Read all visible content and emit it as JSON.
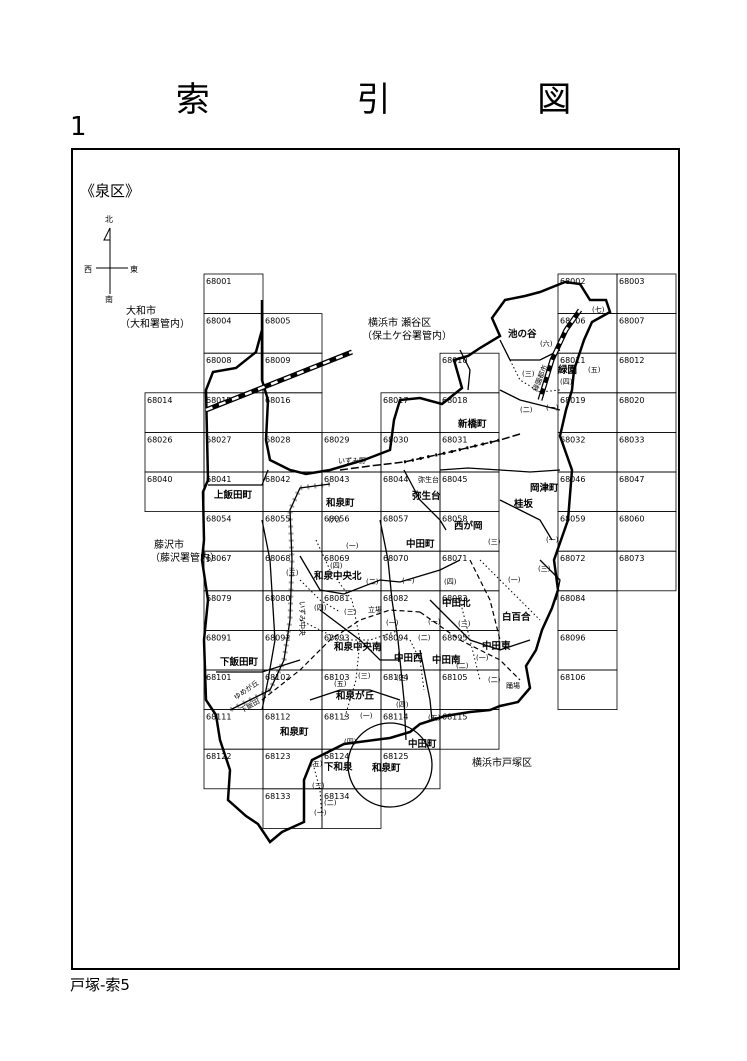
{
  "title": "索 引 図",
  "page_number": "1",
  "footer": "戸塚-索5",
  "ward_label": "《泉区》",
  "compass": {
    "north": "北",
    "south": "南",
    "east": "東",
    "west": "西"
  },
  "outer_labels": [
    {
      "id": "yamato",
      "lines": [
        "大和市",
        "（大和署管内）"
      ]
    },
    {
      "id": "seya",
      "lines": [
        "横浜市 瀬谷区",
        "（保土ケ谷署管内）"
      ]
    },
    {
      "id": "fujisawa",
      "lines": [
        "藤沢市",
        "（藤沢署管内）"
      ]
    },
    {
      "id": "totsuka",
      "lines": [
        "横浜市戸塚区"
      ]
    }
  ],
  "grid_rows": [
    [
      "",
      "68001",
      "",
      "",
      "",
      "",
      "",
      "68002",
      "68003"
    ],
    [
      "",
      "68004",
      "68005",
      "",
      "",
      "",
      "",
      "68006",
      "68007"
    ],
    [
      "",
      "68008",
      "68009",
      "",
      "",
      "68010",
      "",
      "68011",
      "68012"
    ],
    [
      "68014",
      "68015",
      "68016",
      "",
      "68017",
      "68018",
      "",
      "68019",
      "68020"
    ],
    [
      "68026",
      "68027",
      "68028",
      "68029",
      "68030",
      "68031",
      "",
      "68032",
      "68033"
    ],
    [
      "68040",
      "68041",
      "68042",
      "68043",
      "68044",
      "68045",
      "",
      "68046",
      "68047"
    ],
    [
      "",
      "68054",
      "68055",
      "68056",
      "68057",
      "68058",
      "",
      "68059",
      "68060"
    ],
    [
      "",
      "68067",
      "68068",
      "68069",
      "68070",
      "68071",
      "",
      "68072",
      "68073"
    ],
    [
      "",
      "68079",
      "68080",
      "68081",
      "68082",
      "68083",
      "",
      "68084",
      ""
    ],
    [
      "",
      "68091",
      "68092",
      "68093",
      "68094",
      "68095",
      "",
      "68096",
      ""
    ],
    [
      "",
      "68101",
      "68102",
      "68103",
      "68104",
      "68105",
      "",
      "68106",
      ""
    ],
    [
      "",
      "68111",
      "68112",
      "68113",
      "68114",
      "68115",
      "",
      "",
      ""
    ],
    [
      "",
      "68122",
      "68123",
      "68124",
      "68125",
      "",
      "",
      "",
      ""
    ],
    [
      "",
      "",
      "68133",
      "68134",
      "",
      "",
      "",
      "",
      ""
    ]
  ],
  "place_names": [
    "池の谷",
    "緑園",
    "新橋町",
    "岡津町",
    "上飯田町",
    "和泉町",
    "弥生台",
    "桂坂",
    "西が岡",
    "中田町",
    "和泉中央北",
    "中田北",
    "白百合",
    "和泉中央南",
    "中田西",
    "中田南",
    "中田東",
    "下飯田町",
    "和泉が丘",
    "和泉町",
    "下和泉",
    "和泉町",
    "中田町"
  ],
  "station_labels": [
    "いずみ野",
    "弥生台",
    "いずみ中央",
    "立場",
    "ゆめが丘",
    "下飯田",
    "緑園都市",
    "踊場"
  ],
  "chome_marks": [
    "(六)",
    "(七)",
    "(三)",
    "(五)",
    "(四)",
    "(一)",
    "(二)"
  ]
}
